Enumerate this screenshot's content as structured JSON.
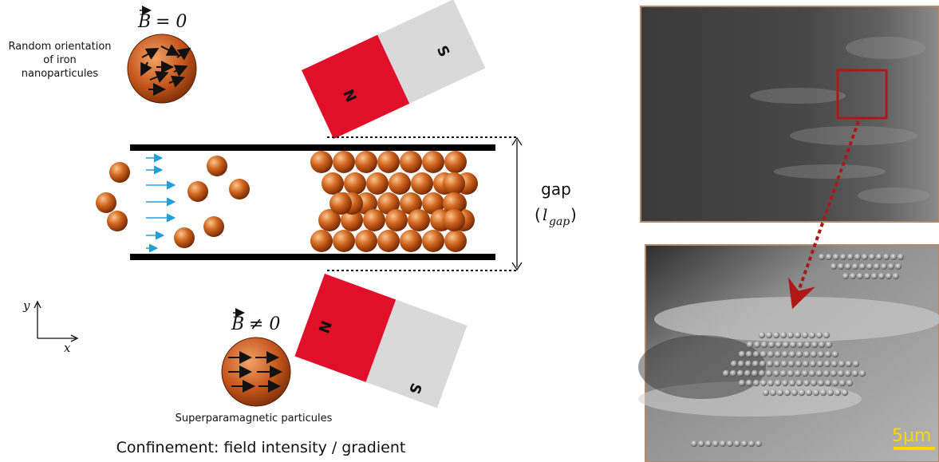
{
  "field_zero": {
    "symbol": "B",
    "relation": "= 0"
  },
  "field_nonzero": {
    "symbol": "B",
    "relation": "≠ 0"
  },
  "random_orientation_label": [
    "Random orientation",
    "of iron",
    "nanoparticules"
  ],
  "superparamagnetic_label": "Superparamagnetic particules",
  "confinement_caption": "Confinement: field intensity / gradient",
  "gap_label": "gap",
  "gap_symbol": {
    "open": "(",
    "var": "l",
    "sub": "gap",
    "close": ")"
  },
  "magnet_top": {
    "north": "N",
    "south": "S"
  },
  "magnet_bottom": {
    "north": "N",
    "south": "S"
  },
  "axes": {
    "y": "y",
    "x": "x"
  },
  "scale_bar": "5µm",
  "colors": {
    "magnet_north": "#e0102a",
    "magnet_south": "#d9d9d9",
    "flow_arrow": "#1ea0dc",
    "zoom_marker": "#b01818",
    "scale_bar": "#ffd800",
    "particle": "#c0561a"
  }
}
